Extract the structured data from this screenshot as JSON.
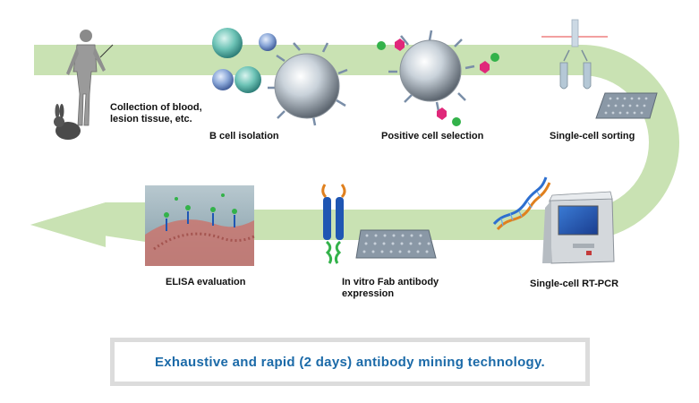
{
  "steps": [
    {
      "label": "Collection of blood,\nlesion tissue, etc."
    },
    {
      "label": "B cell isolation"
    },
    {
      "label": "Positive cell selection"
    },
    {
      "label": "Single-cell sorting"
    },
    {
      "label": "Single-cell RT-PCR"
    },
    {
      "label": "In vitro Fab antibody\nexpression"
    },
    {
      "label": "ELISA evaluation"
    }
  ],
  "caption": "Exhaustive and rapid (2 days) antibody mining technology.",
  "colors": {
    "arrow": "#c9e2b3",
    "caption_text": "#1b6aa8",
    "caption_border": "#dcdcdc"
  }
}
